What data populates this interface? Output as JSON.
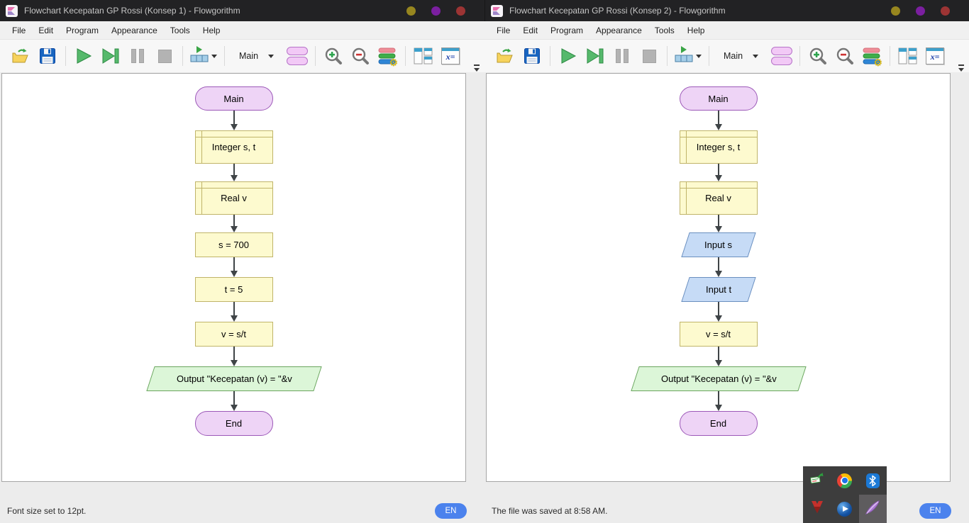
{
  "windows": [
    {
      "title": "Flowchart Kecepatan GP Rossi (Konsep 1) - Flowgorithm",
      "menu": {
        "file": "File",
        "edit": "Edit",
        "program": "Program",
        "appearance": "Appearance",
        "tools": "Tools",
        "help": "Help"
      },
      "toolbar": {
        "function_selector": "Main",
        "variable_watch_glyph": "x="
      },
      "status_text": "Font size set to 12pt.",
      "language_badge": "EN",
      "flowchart": {
        "nodes": [
          {
            "type": "terminal",
            "label": "Main"
          },
          {
            "type": "declare",
            "label": "Integer s, t"
          },
          {
            "type": "declare",
            "label": "Real v"
          },
          {
            "type": "assign",
            "label": "s = 700"
          },
          {
            "type": "assign",
            "label": "t = 5"
          },
          {
            "type": "assign",
            "label": "v = s/t"
          },
          {
            "type": "output",
            "label": "Output \"Kecepatan (v) = \"&v"
          },
          {
            "type": "terminal",
            "label": "End"
          }
        ]
      }
    },
    {
      "title": "Flowchart Kecepatan GP Rossi (Konsep 2) - Flowgorithm",
      "menu": {
        "file": "File",
        "edit": "Edit",
        "program": "Program",
        "appearance": "Appearance",
        "tools": "Tools",
        "help": "Help"
      },
      "toolbar": {
        "function_selector": "Main",
        "variable_watch_glyph": "x="
      },
      "status_text": "The file was saved at 8:58 AM.",
      "language_badge": "EN",
      "flowchart": {
        "nodes": [
          {
            "type": "terminal",
            "label": "Main"
          },
          {
            "type": "declare",
            "label": "Integer s, t"
          },
          {
            "type": "declare",
            "label": "Real v"
          },
          {
            "type": "input",
            "label": "Input s"
          },
          {
            "type": "input",
            "label": "Input t"
          },
          {
            "type": "assign",
            "label": "v = s/t"
          },
          {
            "type": "output",
            "label": "Output \"Kecepatan (v) = \"&v"
          },
          {
            "type": "terminal",
            "label": "End"
          }
        ]
      }
    }
  ],
  "tray": {
    "icons": [
      "cash-app",
      "chrome",
      "bluetooth",
      "download-manager",
      "media-player",
      "feather-app"
    ]
  },
  "colors": {
    "titlebar": "#222224",
    "terminal_fill": "#eed4f6",
    "terminal_border": "#9c59b8",
    "declare_fill": "#fdfacf",
    "declare_border": "#c0b469",
    "output_fill": "#dcf6d8",
    "output_border": "#6ba55f",
    "input_fill": "#c6dbf6",
    "input_border": "#6a8fbf",
    "lang_badge": "#4b82ed",
    "window_buttons": [
      "#97861f",
      "#7b1fa0",
      "#9c3434"
    ]
  }
}
